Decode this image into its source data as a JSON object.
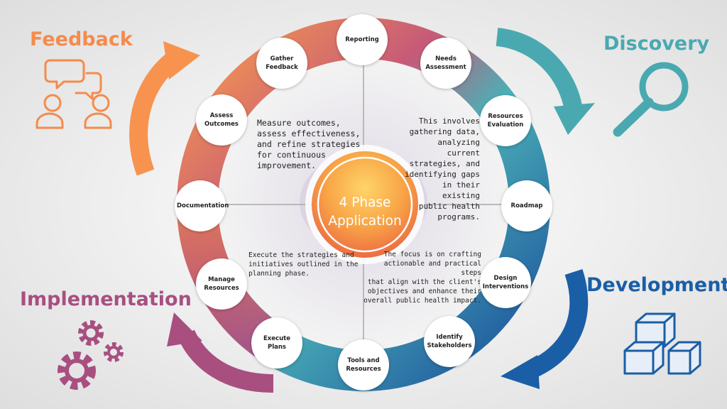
{
  "center": {
    "title": "4 Phase\nApplication"
  },
  "phases": {
    "feedback": {
      "label": "Feedback",
      "color": "#f58b4c",
      "icon": "conversation-icon"
    },
    "discovery": {
      "label": "Discovery",
      "color": "#4aa9b0",
      "icon": "magnifier-icon"
    },
    "development": {
      "label": "Development",
      "color": "#1a5ea6",
      "icon": "cubes-icon"
    },
    "implementation": {
      "label": "Implementation",
      "color": "#a84f80",
      "icon": "gears-icon"
    }
  },
  "quadrants": {
    "feedback": "Measure outcomes,\nassess effectiveness,\nand refine strategies\nfor continuous\nimprovement.",
    "discovery": "This involves\ngathering data,\nanalyzing current\nstrategies, and\nidentifying gaps\nin their existing\npublic health\nprograms.",
    "implementation": "Execute the strategies and\ninitiatives outlined in the\nplanning phase.",
    "development": "The focus is on crafting\nactionable and practical steps\nthat align with the client's\nobjectives and enhance their\noverall public health impact."
  },
  "steps": [
    {
      "label": "Reporting"
    },
    {
      "label": "Needs\nAssessment"
    },
    {
      "label": "Resources\nEvaluation"
    },
    {
      "label": "Roadmap"
    },
    {
      "label": "Design\nInterventions"
    },
    {
      "label": "Identify\nStakeholders"
    },
    {
      "label": "Tools and\nResources"
    },
    {
      "label": "Execute\nPlans"
    },
    {
      "label": "Manage\nResources"
    },
    {
      "label": "Documentation"
    },
    {
      "label": "Assess\nOutcomes"
    },
    {
      "label": "Gather\nFeedback"
    }
  ]
}
